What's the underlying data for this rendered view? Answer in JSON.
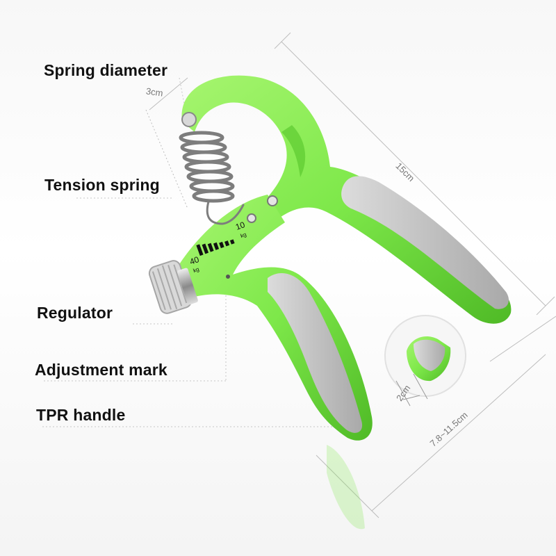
{
  "labels": {
    "spring_diameter": "Spring diameter",
    "tension_spring": "Tension spring",
    "regulator": "Regulator",
    "adjustment_mark": "Adjustment mark",
    "tpr_handle": "TPR handle"
  },
  "dimensions": {
    "spring": "3cm",
    "length": "15cm",
    "grip_thickness": "2cm",
    "grip_span": "7.8~11.5cm"
  },
  "scale": {
    "min": "10",
    "max": "40",
    "unit": "kg"
  },
  "colors": {
    "body": "#7ee84a",
    "body_shadow": "#55c42a",
    "grip": "#c9c9c9",
    "spring": "#8c8c8c",
    "text": "#111111",
    "dimension_line": "#bdbdbd"
  }
}
